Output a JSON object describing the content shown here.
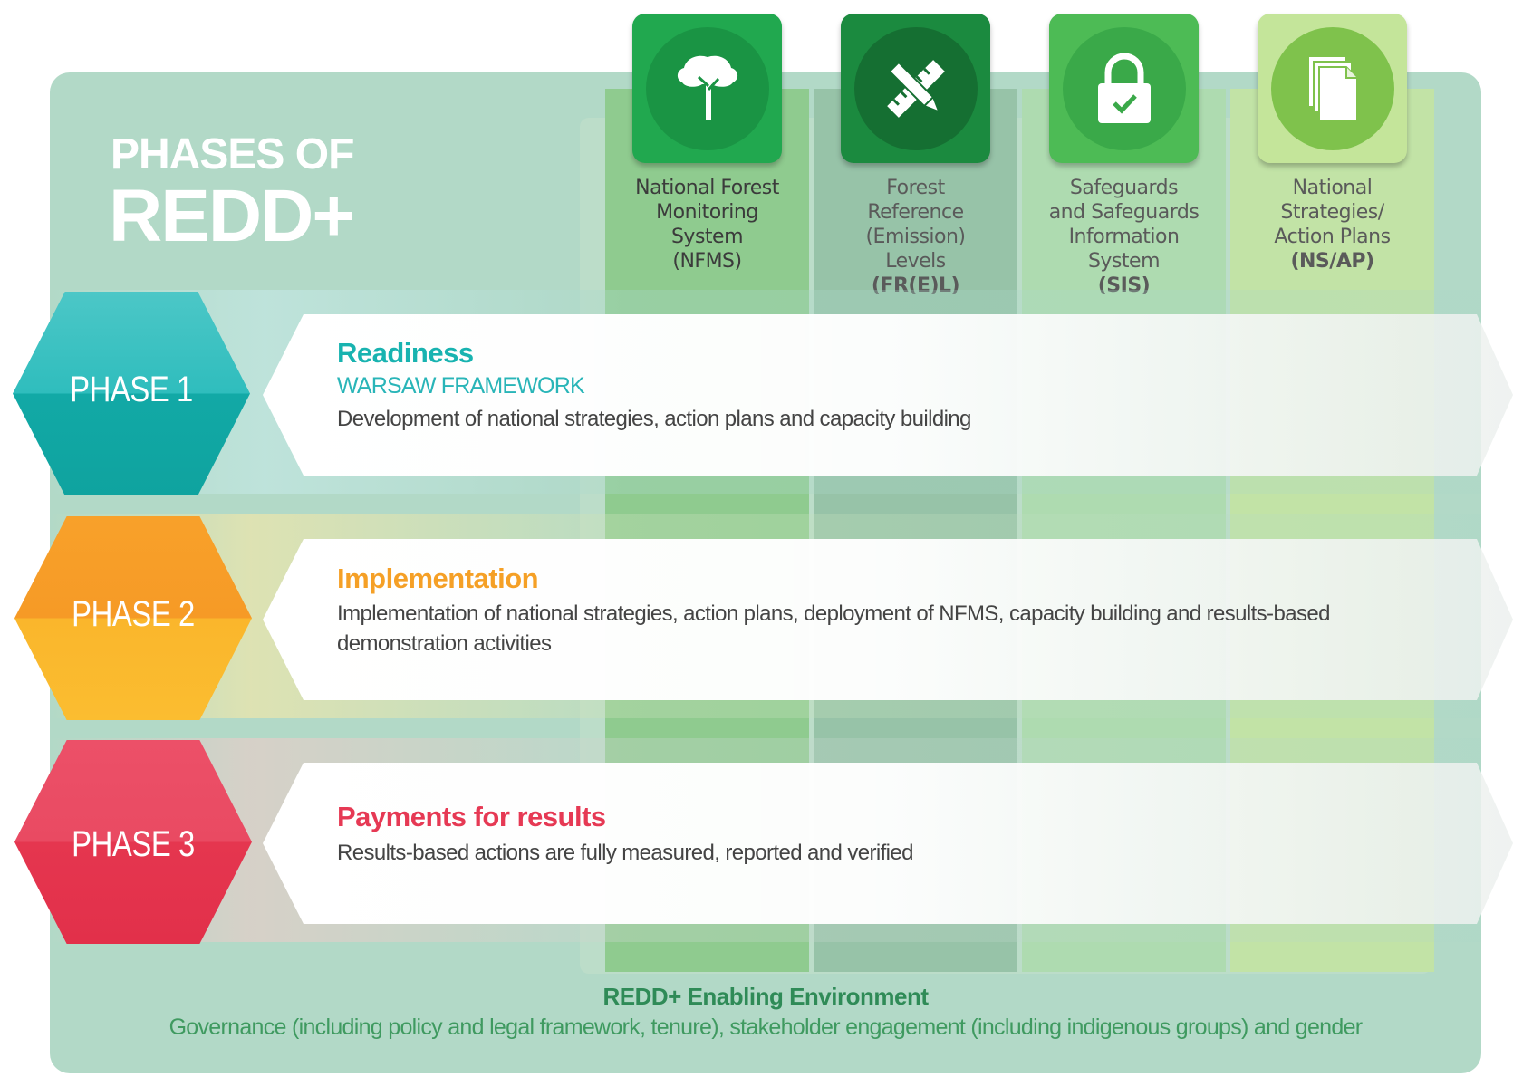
{
  "title": {
    "line1": "PHASES OF",
    "line2": "REDD+"
  },
  "pillars": [
    {
      "name": "National Forest Monitoring System",
      "lines": [
        "National Forest",
        "Monitoring",
        "System"
      ],
      "abbr": "(NFMS)",
      "icon": "tree-icon",
      "color": "#21a84f"
    },
    {
      "name": "Forest Reference (Emission) Levels",
      "lines": [
        "Forest",
        "Reference",
        "(Emission)",
        "Levels"
      ],
      "abbr": "(FR(E)L)",
      "icon": "pencil-ruler-icon",
      "color": "#1b8a3f"
    },
    {
      "name": "Safeguards and Safeguards Information System",
      "lines": [
        "Safeguards",
        "and Safeguards",
        "Information",
        "System"
      ],
      "abbr": "(SIS)",
      "icon": "padlock-check-icon",
      "color": "#4dbb55"
    },
    {
      "name": "National Strategies/Action Plans",
      "lines": [
        "National",
        "Strategies/",
        "Action Plans"
      ],
      "abbr": "(NS/AP)",
      "icon": "documents-icon",
      "color": "#9ed06a"
    }
  ],
  "phases": [
    {
      "label": "PHASE 1",
      "name": "Readiness",
      "subtitle": "WARSAW FRAMEWORK",
      "description": "Development of national strategies, action plans and capacity building",
      "color": "#16b3b0"
    },
    {
      "label": "PHASE 2",
      "name": "Implementation",
      "subtitle": "",
      "description": "Implementation of national strategies, action plans, deployment of NFMS, capacity building and results-based demonstration activities",
      "color": "#f7a229"
    },
    {
      "label": "PHASE 3",
      "name": "Payments for results",
      "subtitle": "",
      "description": "Results-based actions are fully measured, reported and verified",
      "color": "#e73a55"
    }
  ],
  "footer": {
    "title": "REDD+ Enabling Environment",
    "text": "Governance (including policy and legal framework, tenure), stakeholder engagement (including indigenous groups) and gender"
  }
}
